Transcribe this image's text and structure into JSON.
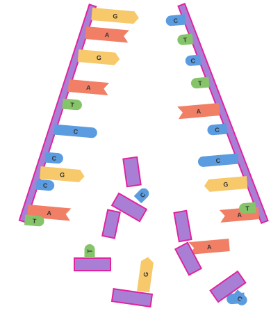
{
  "colors": {
    "backbone_fill": "#a97fd6",
    "backbone_stroke": "#e0249f",
    "A": "#f07f66",
    "G": "#f7c96b",
    "C": "#5b9be0",
    "T": "#86c46a"
  },
  "bases": {
    "left": [
      "G",
      "A",
      "G",
      "A",
      "T",
      "C",
      "C",
      "G",
      "C",
      "A",
      "T"
    ],
    "right": [
      "C",
      "T",
      "C",
      "T",
      "A",
      "C",
      "C",
      "G",
      "A",
      "T",
      "A",
      "C"
    ],
    "loose": [
      "C",
      "T",
      "G",
      "C"
    ]
  }
}
